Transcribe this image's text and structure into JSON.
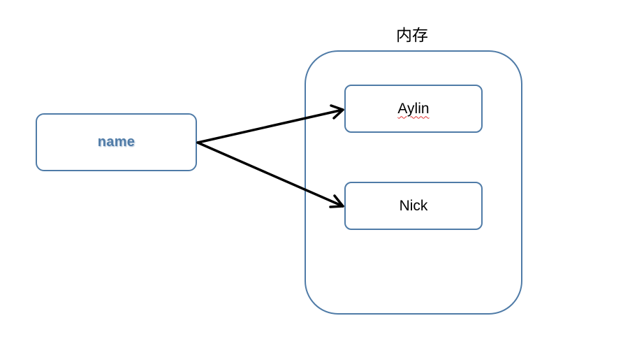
{
  "diagram": {
    "container_label": "内存",
    "source": {
      "label": "name"
    },
    "values": [
      {
        "label": "Aylin",
        "spellcheck_underline": true
      },
      {
        "label": "Nick",
        "spellcheck_underline": false
      }
    ],
    "arrows": [
      {
        "from": "name",
        "to": "Aylin"
      },
      {
        "from": "name",
        "to": "Nick"
      }
    ],
    "colors": {
      "box_border": "#4f7ba7",
      "arrow": "#000000",
      "spellcheck": "#e03030"
    }
  }
}
